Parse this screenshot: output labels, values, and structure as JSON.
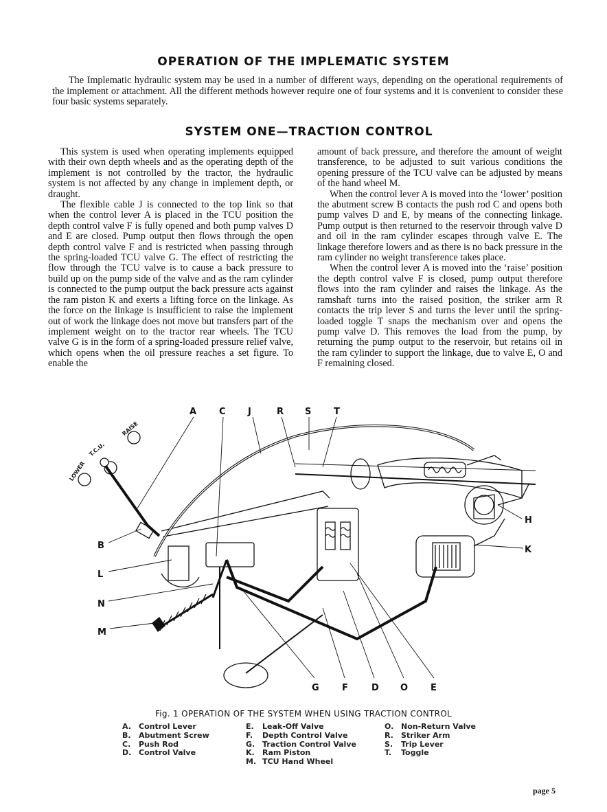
{
  "title": "OPERATION OF THE IMPLEMATIC SYSTEM",
  "intro": "The Implematic hydraulic system may be used in a number of different ways, depending on the operational requirements of the implement or attachment. All the different methods however require one of four systems and it is convenient to consider these four basic systems separately.",
  "section_title": "SYSTEM ONE—TRACTION CONTROL",
  "left_column": [
    "This system is used when operating implements equipped with their own depth wheels and as the operating depth of the implement is not controlled by the tractor, the hydraulic system is not affected by any change in implement depth, or draught.",
    "The flexible cable J is connected to the top link so that when the control lever A is placed in the TCU position the depth control valve F is fully opened and both pump valves D and E are closed. Pump output then flows through the open depth control valve F and is restricted when passing through the spring-loaded TCU valve G. The effect of restricting the flow through the TCU valve is to cause a back pressure to build up on the pump side of the valve and as the ram cylinder is connected to the pump output the back pressure acts against the ram piston K and exerts a lifting force on the linkage. As the force on the linkage is insufficient to raise the implement out of work the linkage does not move but transfers part of the implement weight on to the tractor rear wheels. The TCU valve G is in the form of a spring-loaded pressure relief valve, which opens when the oil pressure reaches a set figure. To enable the"
  ],
  "right_column": [
    "amount of back pressure, and therefore the amount of weight transference, to be adjusted to suit various conditions the opening pressure of the TCU valve can be adjusted by means of the hand wheel M.",
    "When the control lever A is moved into the ‘lower’ position the abutment screw B contacts the push rod C and opens both pump valves D and E, by means of the connecting linkage. Pump output is then returned to the reservoir through valve D and oil in the ram cylinder escapes through valve E. The linkage therefore lowers and as there is no back pressure in the ram cylinder no weight transference takes place.",
    "When the control lever A is moved into the ‘raise’ position the depth control valve F is closed, pump output therefore flows into the ram cylinder and raises the linkage. As the ramshaft turns into the raised position, the striker arm R contacts the trip lever S and turns the lever until the spring-loaded toggle T snaps the mechanism over and opens the pump valve D. This removes the load from the pump, by returning the pump output to the reservoir, but retains oil in the ram cylinder to support the linkage, due to valve E, O and F remaining closed."
  ],
  "figure": {
    "callouts_top": [
      "A",
      "C",
      "J",
      "R",
      "S",
      "T"
    ],
    "callouts_left": [
      "B",
      "L",
      "N",
      "M"
    ],
    "callouts_right": [
      "H",
      "K"
    ],
    "callouts_bottom": [
      "G",
      "F",
      "D",
      "O",
      "E"
    ],
    "lever_positions": [
      "RAISE",
      "T.C.U.",
      "LOWER"
    ]
  },
  "caption": "Fig. 1  OPERATION OF THE SYSTEM WHEN USING TRACTION CONTROL",
  "legend": [
    [
      {
        "key": "A.",
        "label": "Control Lever"
      },
      {
        "key": "B.",
        "label": "Abutment Screw"
      },
      {
        "key": "C.",
        "label": "Push Rod"
      },
      {
        "key": "D.",
        "label": "Control Valve"
      }
    ],
    [
      {
        "key": "E.",
        "label": "Leak-Off Valve"
      },
      {
        "key": "F.",
        "label": "Depth Control Valve"
      },
      {
        "key": "G.",
        "label": "Traction Control Valve"
      },
      {
        "key": "K.",
        "label": "Ram Piston"
      },
      {
        "key": "M.",
        "label": "TCU Hand Wheel"
      }
    ],
    [
      {
        "key": "O.",
        "label": "Non-Return Valve"
      },
      {
        "key": "R.",
        "label": "Striker Arm"
      },
      {
        "key": "S.",
        "label": "Trip Lever"
      },
      {
        "key": "T.",
        "label": "Toggle"
      }
    ]
  ],
  "page_number": "page 5"
}
